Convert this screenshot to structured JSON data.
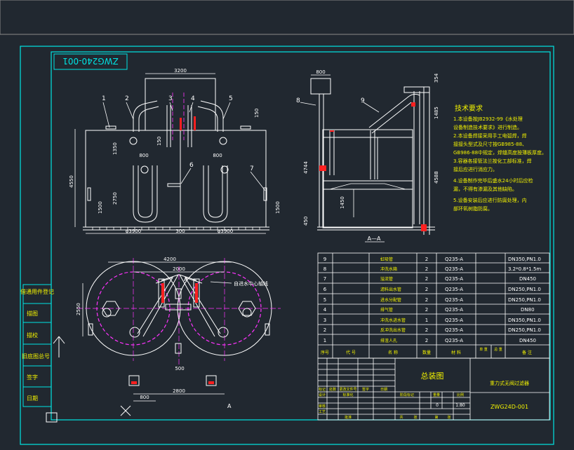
{
  "drawing": {
    "code_reversed": "ZWG240-001",
    "code": "ZWG24D-001",
    "title": "总装图",
    "name": "重力式无阀过滤器",
    "scale": "1:80",
    "sheet": "0",
    "section_label": "A—A",
    "center_note": "自进水中心轴线",
    "cut_label": "A"
  },
  "tech_requirements": {
    "heading": "技术要求",
    "lines": [
      "1.本设备按JB2932-99《水处理",
      "设备制造技术要求》进行制造。",
      "2.本设备焊接采用手工电弧焊，焊",
      "接接头型式及尺寸按GB985-88、",
      "GB986-88中规定，焊缝高度按薄板厚度。",
      "3.容器各接管法兰按化工部标准，焊",
      "接后应进行消应力。",
      "4.设备制作完毕后盛水24小时后应检",
      "漏，不得有渗漏及其他缺陷。",
      "5.设备安装后应进行防腐处理，内",
      "部环氧树脂防腐。"
    ]
  },
  "dims_front": [
    "3200",
    "1350",
    "800",
    "800",
    "150",
    "150",
    "4550",
    "2750",
    "1500",
    "1500",
    "φ3900",
    "300",
    "φ3900"
  ],
  "dims_side": [
    "800",
    "354",
    "1485",
    "4744",
    "4588",
    "1450",
    "450"
  ],
  "dims_plan": [
    "4200",
    "2000",
    "2550",
    "500",
    "2800",
    "800"
  ],
  "callouts": [
    "1",
    "2",
    "3",
    "4",
    "5",
    "6",
    "7",
    "8",
    "9"
  ],
  "bom": {
    "rows": [
      {
        "no": "9",
        "name": "虹吸管",
        "qty": "2",
        "mat": "Q235-A",
        "spec": "DN350,PN1.0"
      },
      {
        "no": "8",
        "name": "冲洗水箱",
        "qty": "2",
        "mat": "Q235-A",
        "spec": "3.2*0.8*1.5m"
      },
      {
        "no": "7",
        "name": "溢流管",
        "qty": "2",
        "mat": "Q235-A",
        "spec": "DN450"
      },
      {
        "no": "6",
        "name": "滤料出水管",
        "qty": "2",
        "mat": "Q235-A",
        "spec": "DN250,PN1.0"
      },
      {
        "no": "5",
        "name": "进水分配管",
        "qty": "2",
        "mat": "Q235-A",
        "spec": "DN250,PN1.0"
      },
      {
        "no": "4",
        "name": "排气管",
        "qty": "2",
        "mat": "Q235-A",
        "spec": "DN80"
      },
      {
        "no": "3",
        "name": "冲洗水进水管",
        "qty": "1",
        "mat": "Q235-A",
        "spec": "DN350,PN1.0"
      },
      {
        "no": "2",
        "name": "反冲洗出水管",
        "qty": "2",
        "mat": "Q235-A",
        "spec": "DN250,PN1.0"
      },
      {
        "no": "1",
        "name": "排渣人孔",
        "qty": "2",
        "mat": "Q235-A",
        "spec": "DN450"
      }
    ],
    "headers": [
      "序号",
      "代 号",
      "名 称",
      "数量",
      "材 料",
      "单 重",
      "总 重",
      "备 注"
    ],
    "footer": [
      "标记",
      "处数",
      "更改文件号",
      "签字",
      "日期",
      "设计",
      "标准化",
      "审核",
      "工艺",
      "批准",
      "阶段标记",
      "重量",
      "比例",
      "共",
      "张",
      "第",
      "张"
    ]
  },
  "side_labels": [
    "借通用件登记",
    "描图",
    "描校",
    "旧底图总号",
    "签字",
    "日期"
  ],
  "colors": {
    "background": "#212830",
    "border": "#00e5e5",
    "line": "#ffffff",
    "text_yellow": "#f2f200",
    "pipe_magenta": "#ff33ff",
    "fill_red": "#ff2020"
  }
}
